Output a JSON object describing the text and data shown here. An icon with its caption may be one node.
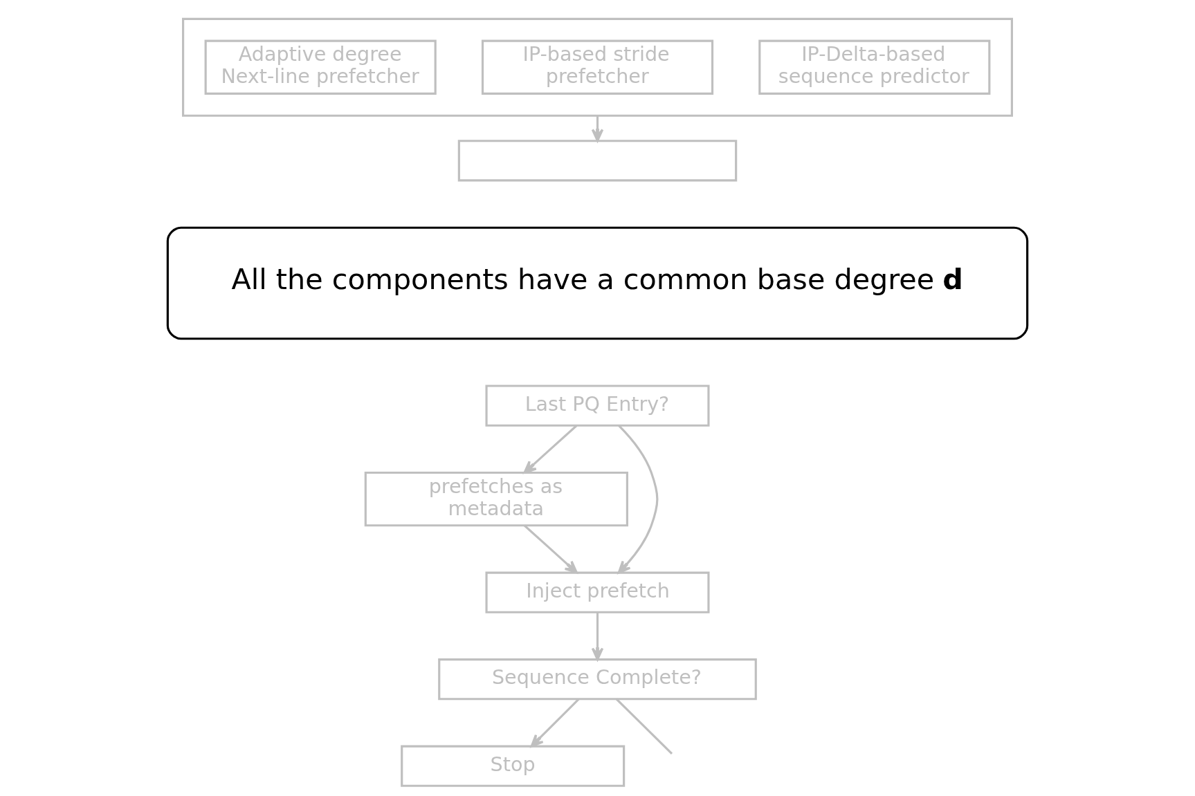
{
  "diagram": {
    "nodes": [
      {
        "text": [],
        "shape": "box"
      },
      {
        "text": [
          "IP-Delta-based sequence predictor"
        ],
        "in": 0
      },
      {
        "text": [
          "IP-based stride prefetcher"
        ],
        "in": 0
      },
      {
        "text": [
          "Adaptive degree Next-line prefetcher"
        ],
        "in": 0
      },
      {
        "text": [],
        "shape": "box"
      },
      {
        "text": [
          "All the components have a common base degree **d**"
        ]
      },
      {
        "text": [
          "Last PQ Entry?"
        ]
      },
      {
        "text": [
          "prefetches as metadata"
        ]
      },
      {
        "text": [
          "Inject prefetch"
        ]
      },
      {
        "text": [
          "Sequence Complete?"
        ]
      },
      {
        "text": [
          "Stop"
        ]
      }
    ],
    "edges": [
      {
        "from": 0,
        "to": 4,
        "arrow": "to"
      },
      {
        "from": 6,
        "to": 7,
        "arrow": "to"
      },
      {
        "from": 6,
        "to": 8,
        "arrow": "to"
      },
      {
        "from": 7,
        "to": 8,
        "arrow": "to"
      },
      {
        "from": 8,
        "to": 9,
        "arrow": "to"
      },
      {
        "from": 9,
        "to": 10,
        "arrow": "to"
      },
      {
        "from": 9,
        "to": null,
        "arrow": "none"
      }
    ]
  }
}
